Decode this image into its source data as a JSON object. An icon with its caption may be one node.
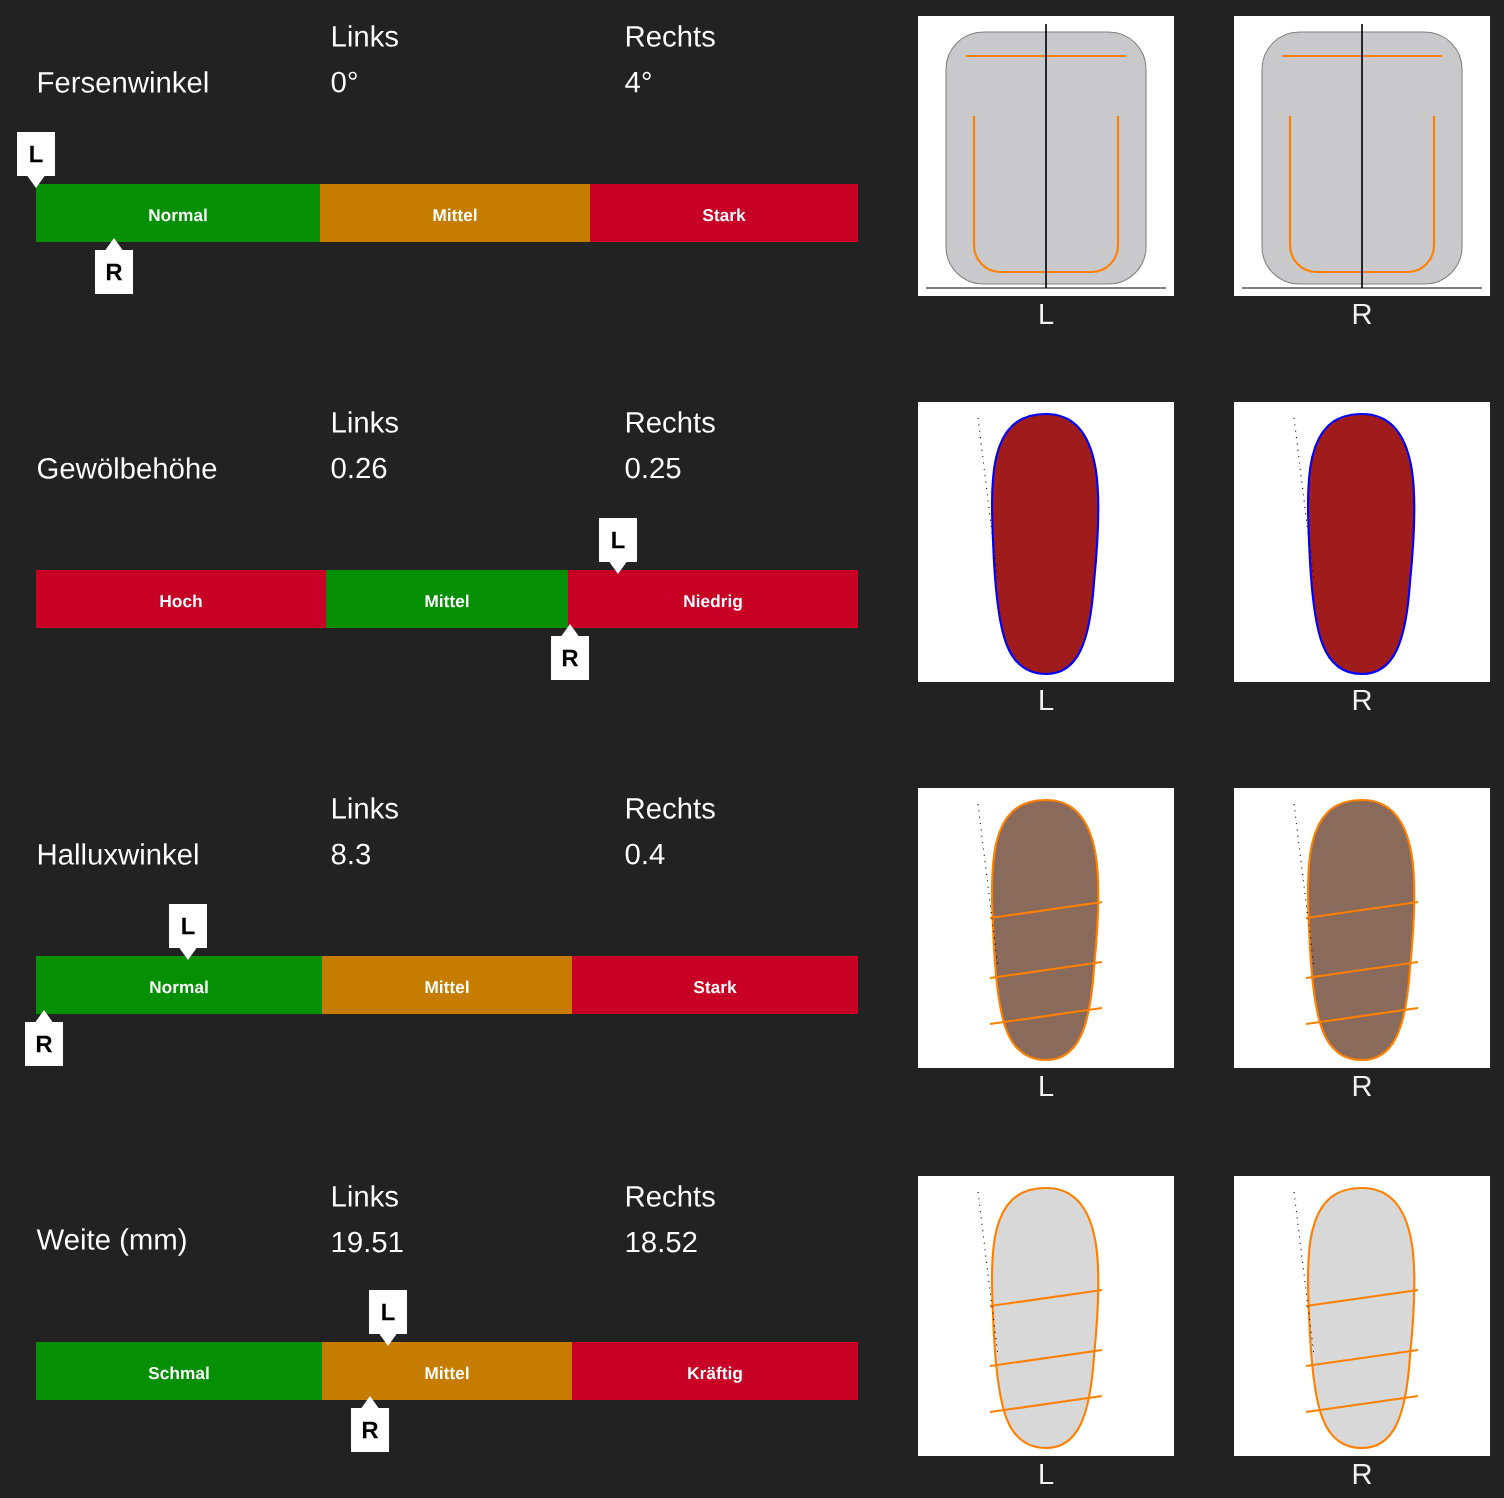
{
  "diagram": {
    "nodes": [
      {
        "text": [
          "Normal"
        ]
      },
      {
        "text": [
          "Mittel"
        ]
      },
      {
        "text": [
          "Stark"
        ]
      },
      {
        "text": [
          "L"
        ]
      },
      {
        "text": [
          "R"
        ]
      },
      {
        "text": [],
        "shape": "picture",
        "beside": [
          "L"
        ]
      },
      {
        "text": [],
        "shape": "picture",
        "beside": [
          "R"
        ]
      },
      {
        "text": [
          "Hoch"
        ]
      },
      {
        "text": [
          "Mittel"
        ]
      },
      {
        "text": [
          "Niedrig"
        ]
      },
      {
        "text": [
          "L"
        ]
      },
      {
        "text": [
          "R"
        ]
      },
      {
        "text": [],
        "shape": "picture",
        "beside": [
          "L"
        ]
      },
      {
        "text": [],
        "shape": "picture",
        "beside": [
          "R"
        ]
      },
      {
        "text": [
          "Normal"
        ]
      },
      {
        "text": [
          "Mittel"
        ]
      },
      {
        "text": [
          "Stark"
        ]
      },
      {
        "text": [
          "L"
        ]
      },
      {
        "text": [
          "R"
        ]
      },
      {
        "text": [],
        "shape": "picture",
        "beside": [
          "L"
        ]
      },
      {
        "text": [],
        "shape": "picture",
        "beside": [
          "R"
        ]
      },
      {
        "text": [
          "Schmal"
        ]
      },
      {
        "text": [
          "Mittel"
        ]
      },
      {
        "text": [
          "Kräftig"
        ]
      },
      {
        "text": [
          "L"
        ]
      },
      {
        "text": [
          "R"
        ]
      },
      {
        "text": [],
        "shape": "picture",
        "beside": [
          "L"
        ]
      },
      {
        "text": [],
        "shape": "picture",
        "beside": [
          "R"
        ]
      }
    ],
    "labels": [
      "Links",
      "Rechts",
      "Fersenwinkel",
      "0°",
      "4°",
      "Links",
      "Rechts",
      "Gewölbehöhe",
      "0.26",
      "0.25",
      "Links",
      "Rechts",
      "Halluxwinkel",
      "8.3",
      "0.4",
      "Links",
      "Rechts",
      "Weite (mm)",
      "19.51",
      "18.52"
    ]
  }
}
